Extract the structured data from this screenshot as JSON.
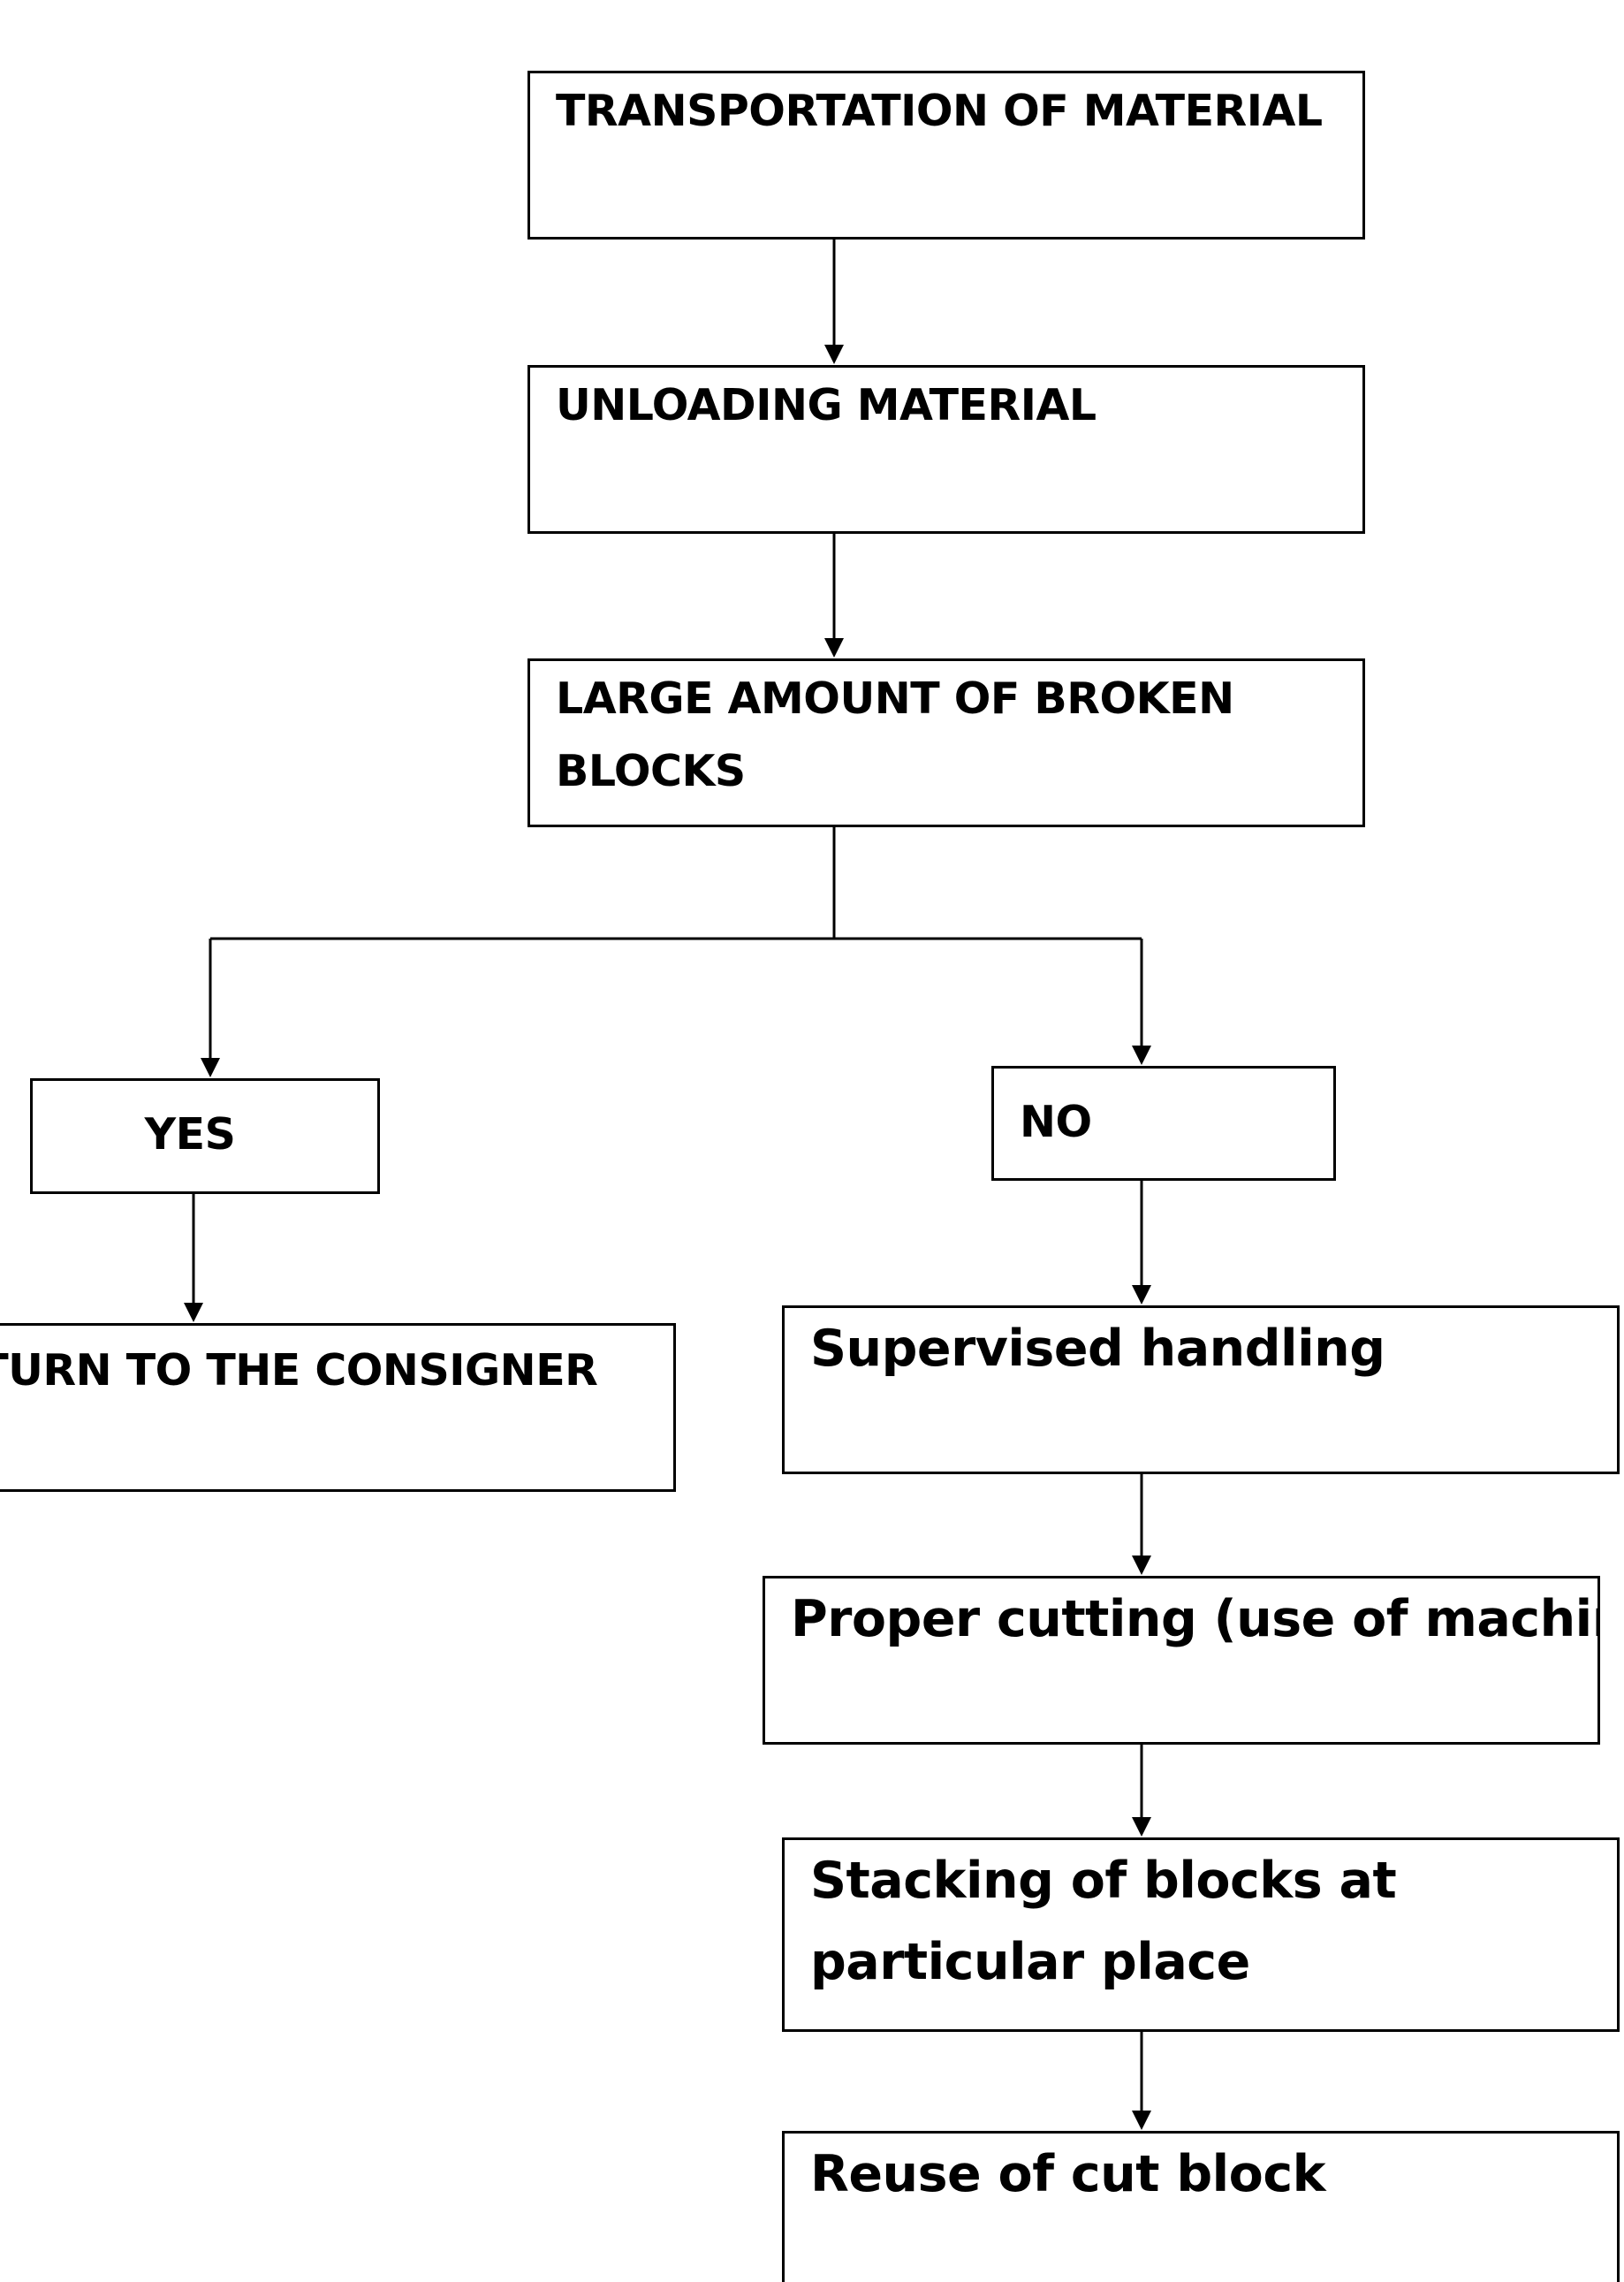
{
  "nodes": {
    "transportation": "TRANSPORTATION OF MATERIAL",
    "unloading": "UNLOADING MATERIAL",
    "broken_blocks": "LARGE AMOUNT OF BROKEN BLOCKS",
    "yes": "YES",
    "no": "NO",
    "return_consigner": "RETURN TO THE CONSIGNER",
    "supervised": "Supervised handling",
    "cutting": "Proper cutting (use of machine)",
    "stacking": "Stacking of blocks at particular place",
    "reuse": "Reuse of cut block"
  },
  "edges": [
    {
      "from": "transportation",
      "to": "unloading"
    },
    {
      "from": "unloading",
      "to": "broken_blocks"
    },
    {
      "from": "broken_blocks",
      "to": "yes"
    },
    {
      "from": "broken_blocks",
      "to": "no"
    },
    {
      "from": "yes",
      "to": "return_consigner"
    },
    {
      "from": "no",
      "to": "supervised"
    },
    {
      "from": "supervised",
      "to": "cutting"
    },
    {
      "from": "cutting",
      "to": "stacking"
    },
    {
      "from": "stacking",
      "to": "reuse"
    }
  ],
  "colors": {
    "line": "#000000",
    "box_fill": "#ffffff",
    "text": "#000000"
  }
}
